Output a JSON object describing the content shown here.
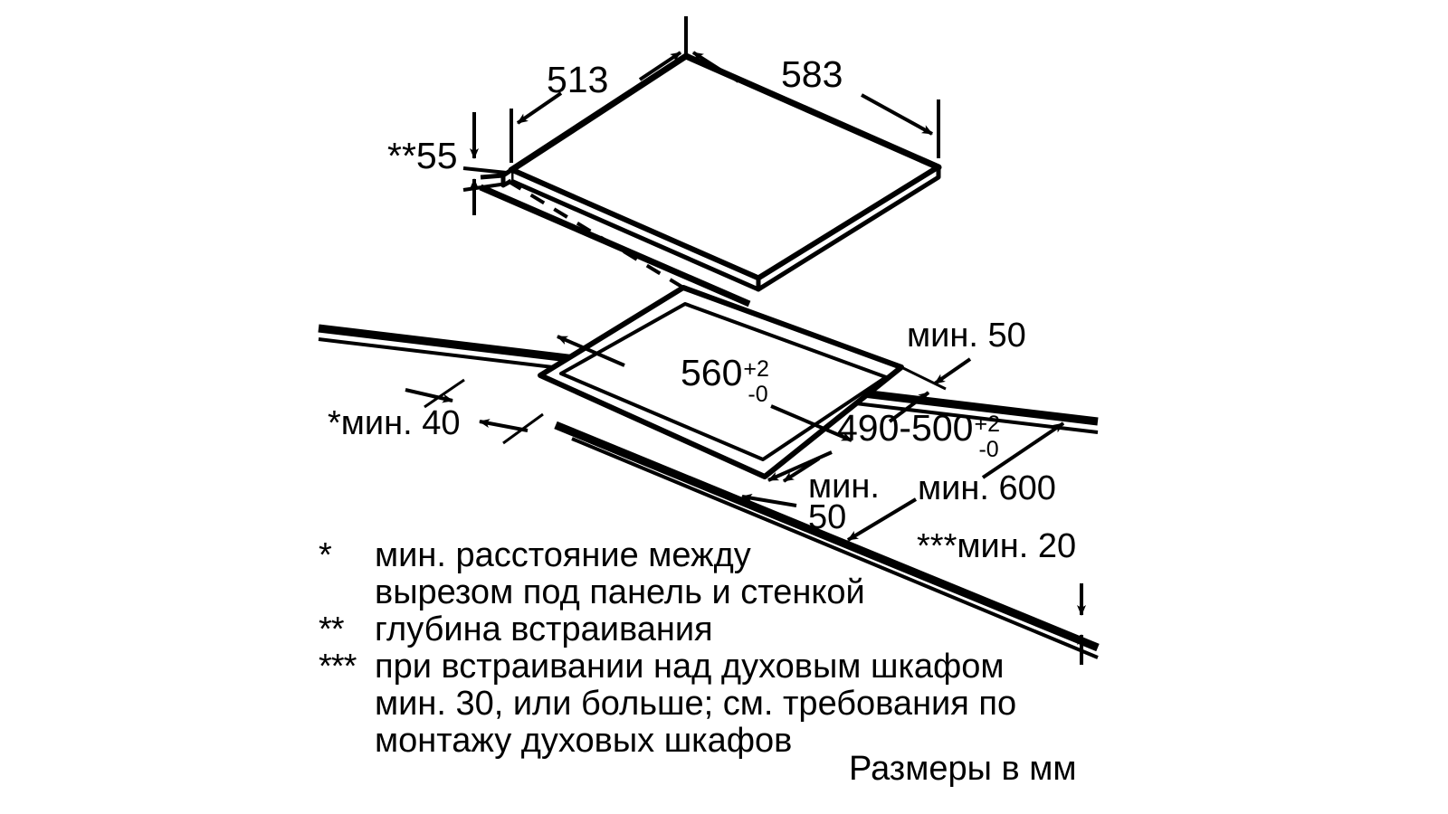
{
  "diagram": {
    "kind": "appliance-installation-drawing",
    "units_caption": "Размеры в мм",
    "appliance": {
      "name": "cooktop-panel",
      "width_label": "583",
      "depth_label": "513",
      "height_label": "**55"
    },
    "cutout": {
      "name": "worktop-cutout",
      "width_value": "560",
      "width_tol_plus": "+2",
      "width_tol_minus": "-0",
      "depth_value": "490-500",
      "depth_tol_plus": "+2",
      "depth_tol_minus": "-0"
    },
    "clearances": [
      {
        "id": "front-edge",
        "label": "*мин. 40"
      },
      {
        "id": "rear-wall",
        "label": "мин. 50"
      },
      {
        "id": "side-wall-line1",
        "label": "мин."
      },
      {
        "id": "side-wall-line2",
        "label": "50"
      },
      {
        "id": "hood-height",
        "label": "мин. 600"
      },
      {
        "id": "worktop-thickness",
        "label": "***мин. 20"
      }
    ],
    "legend": {
      "items": [
        {
          "mark": "*",
          "lines": [
            "мин. расстояние между",
            "вырезом под панель и стенкой"
          ]
        },
        {
          "mark": "**",
          "lines": [
            "глубина встраивания"
          ]
        },
        {
          "mark": "***",
          "lines": [
            "при встраивании над духовым шкафом",
            "мин. 30, или больше; см. требования по",
            "монтажу духовых шкафов"
          ]
        }
      ]
    },
    "colors": {
      "ink": "#000000",
      "paper": "#ffffff"
    }
  }
}
